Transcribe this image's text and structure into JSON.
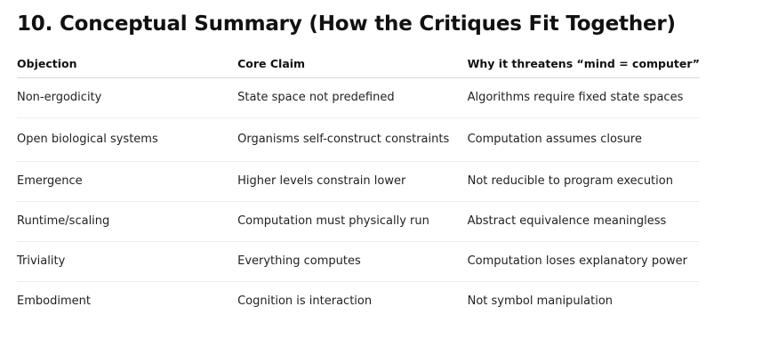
{
  "section": {
    "title": "10. Conceptual Summary (How the Critiques Fit Together)"
  },
  "table": {
    "headers": [
      "Objection",
      "Core Claim",
      "Why it threatens “mind = computer”"
    ],
    "rows": [
      [
        "Non-ergodicity",
        "State space not predefined",
        "Algorithms require fixed state spaces"
      ],
      [
        "Open biological systems",
        "Organisms self-construct constraints",
        "Computation assumes closure"
      ],
      [
        "Emergence",
        "Higher levels constrain lower",
        "Not reducible to program execution"
      ],
      [
        "Runtime/scaling",
        "Computation must physically run",
        "Abstract equivalence meaningless"
      ],
      [
        "Triviality",
        "Everything computes",
        "Computation loses explanatory power"
      ],
      [
        "Embodiment",
        "Cognition is interaction",
        "Not symbol manipulation"
      ]
    ]
  }
}
